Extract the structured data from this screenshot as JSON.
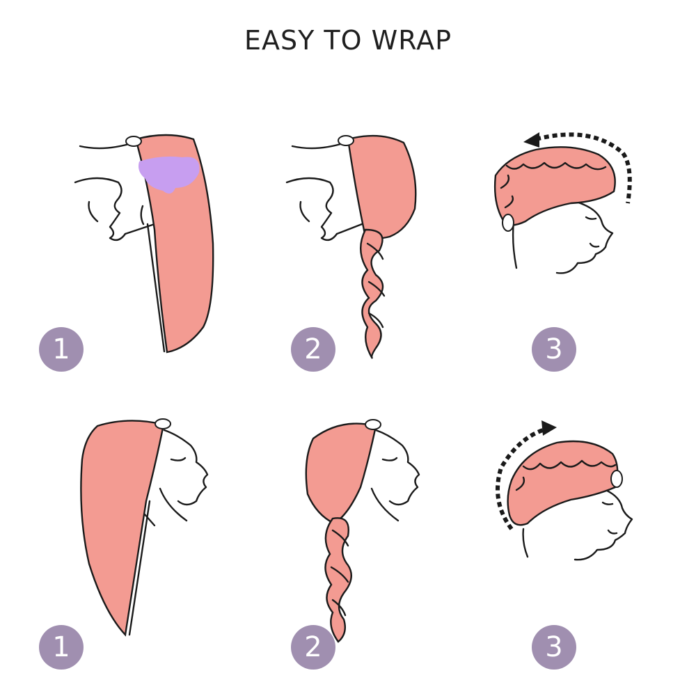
{
  "title": "EASY TO WRAP",
  "colors": {
    "towel": "#f39b92",
    "badge": "#a08fb0",
    "purple_mark": "#c79ef0",
    "ink": "#1a1a1a"
  },
  "rows": [
    {
      "steps": [
        "1",
        "2",
        "3"
      ]
    },
    {
      "steps": [
        "1",
        "2",
        "3"
      ]
    }
  ],
  "icons": [
    "rotate-arrow-icon",
    "rotate-arrow-icon"
  ]
}
